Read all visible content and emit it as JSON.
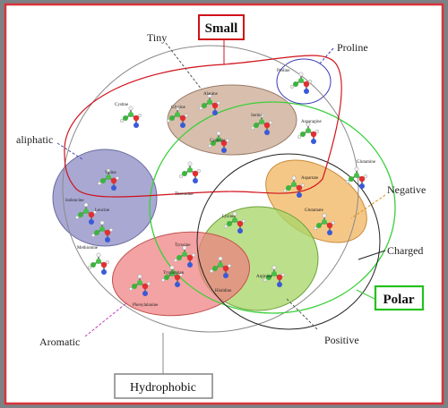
{
  "labels": {
    "small": "Small",
    "tiny": "Tiny",
    "proline_group": "Proline",
    "aliphatic": "aliphatic",
    "negative": "Negative",
    "charged": "Charged",
    "polar": "Polar",
    "positive": "Positive",
    "aromatic": "Aromatic",
    "hydrophobic": "Hydrophobic"
  },
  "amino_acids": {
    "proline": "Proline",
    "alanine": "Alanine",
    "glycine": "Glycine",
    "serine": "Serine",
    "cysteine_tiny": "Cysteine",
    "cystine": "Cystine",
    "asparagine": "Asparagine",
    "glutamine": "Glutamine",
    "aspartate": "Aspartate",
    "glutamate": "Glutamate",
    "valine": "Valine",
    "isoleucine": "Isoleucine",
    "leucine": "Leucine",
    "threonine": "Threonine",
    "lysine": "Lysine",
    "arginine": "Arginine",
    "histidine": "Histidine",
    "methionine": "Methionine",
    "tyrosine": "Tyrosine",
    "tryptophan": "Tryptophan",
    "phenylalanine": "Phenylalanine"
  },
  "colors": {
    "frame": "#d8343a",
    "small_box": "#d0101a",
    "polar_box": "#22c21c",
    "hydrophobic_box": "#8a8a8a",
    "tiny_fill": "#c9a58c",
    "aliphatic_fill": "#8f8fc7",
    "negative_fill": "#f2b45e",
    "positive_fill": "#a9d66a",
    "aromatic_fill": "#ee7f7f"
  }
}
